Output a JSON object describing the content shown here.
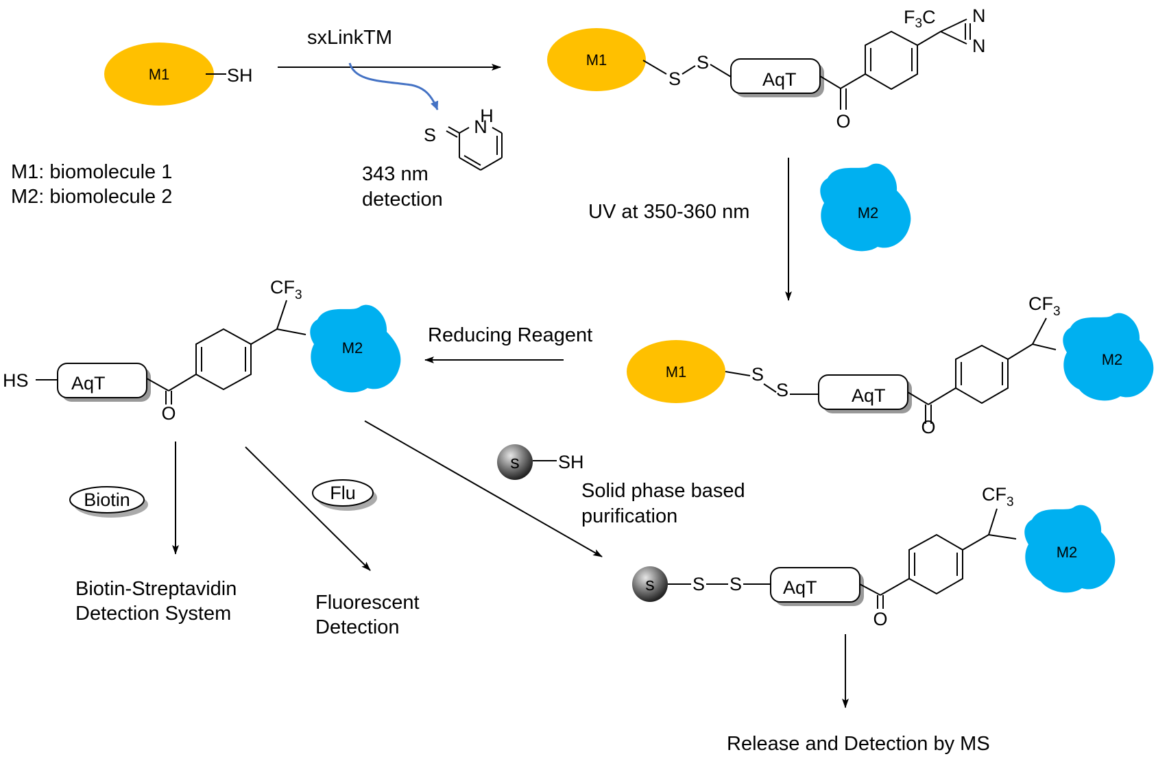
{
  "colors": {
    "m1_fill": "#FFC000",
    "m2_fill": "#00B0F0",
    "curved_arrow": "#4472C4",
    "box_shadow": "#999999",
    "ellipse_shadow": "#aaaaaa",
    "bead_dark": "#222222",
    "bead_light": "#e6e6e6"
  },
  "legend": {
    "m1": "M1: biomolecule 1",
    "m2": "M2: biomolecule 2"
  },
  "step1": {
    "reagent": "sxLinkTM",
    "byproduct_label_1": "343 nm",
    "byproduct_label_2": "detection"
  },
  "step2": {
    "condition": "UV at 350-360 nm"
  },
  "step3": {
    "condition": "Reducing Reagent"
  },
  "solid_phase": {
    "label_1": "Solid phase based",
    "label_2": "purification",
    "bead_letter": "s"
  },
  "tags": {
    "biotin": "Biotin",
    "flu": "Flu"
  },
  "outcomes": {
    "biotin_1": "Biotin-Streptavidin",
    "biotin_2": "Detection System",
    "fluor_1": "Fluorescent",
    "fluor_2": "Detection",
    "ms": "Release and Detection by MS"
  },
  "molecules": {
    "m1": "M1",
    "m2": "M2",
    "aqt": "AqT",
    "sh": "SH",
    "hs": "HS",
    "s": "S",
    "o": "O",
    "n": "N",
    "h": "H",
    "cf3_base": "CF",
    "cf3_sub": "3",
    "f3c_f": "F",
    "f3c_sub": "3",
    "f3c_c": "C"
  }
}
